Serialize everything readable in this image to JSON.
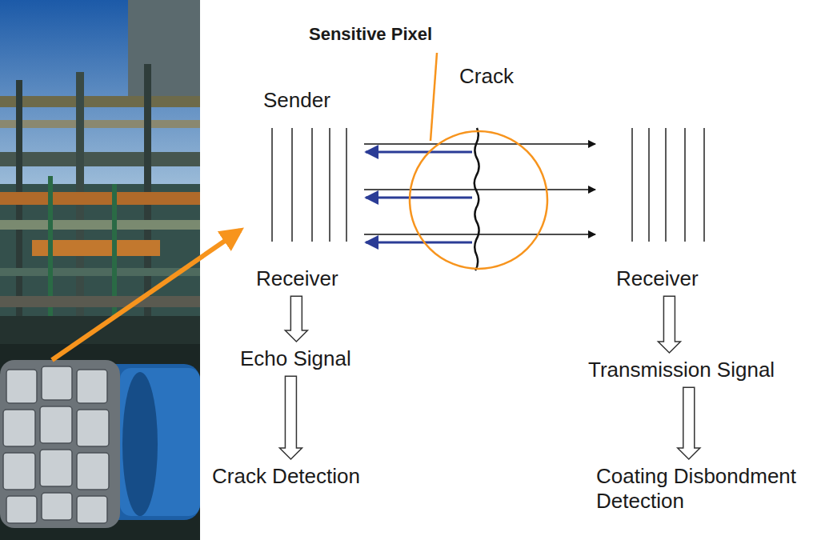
{
  "diagram": {
    "nodes": [
      {
        "text": [
          "Receiver"
        ]
      },
      {
        "text": [
          "Echo Signal"
        ]
      },
      {
        "text": [
          "Crack Detection"
        ]
      },
      {
        "text": [
          "Receiver"
        ]
      },
      {
        "text": [
          "Transmission Signal"
        ]
      },
      {
        "text": [
          "Coating Disbondment Detection"
        ]
      }
    ],
    "edges": [
      {
        "from": 0,
        "to": 1,
        "arrow": "to"
      },
      {
        "from": 1,
        "to": 2,
        "arrow": "to"
      },
      {
        "from": 3,
        "to": 4,
        "arrow": "to"
      },
      {
        "from": 4,
        "to": 5,
        "arrow": "to"
      }
    ],
    "labels": [
      "Sensitive Pixel",
      "Sender",
      "Crack"
    ]
  }
}
